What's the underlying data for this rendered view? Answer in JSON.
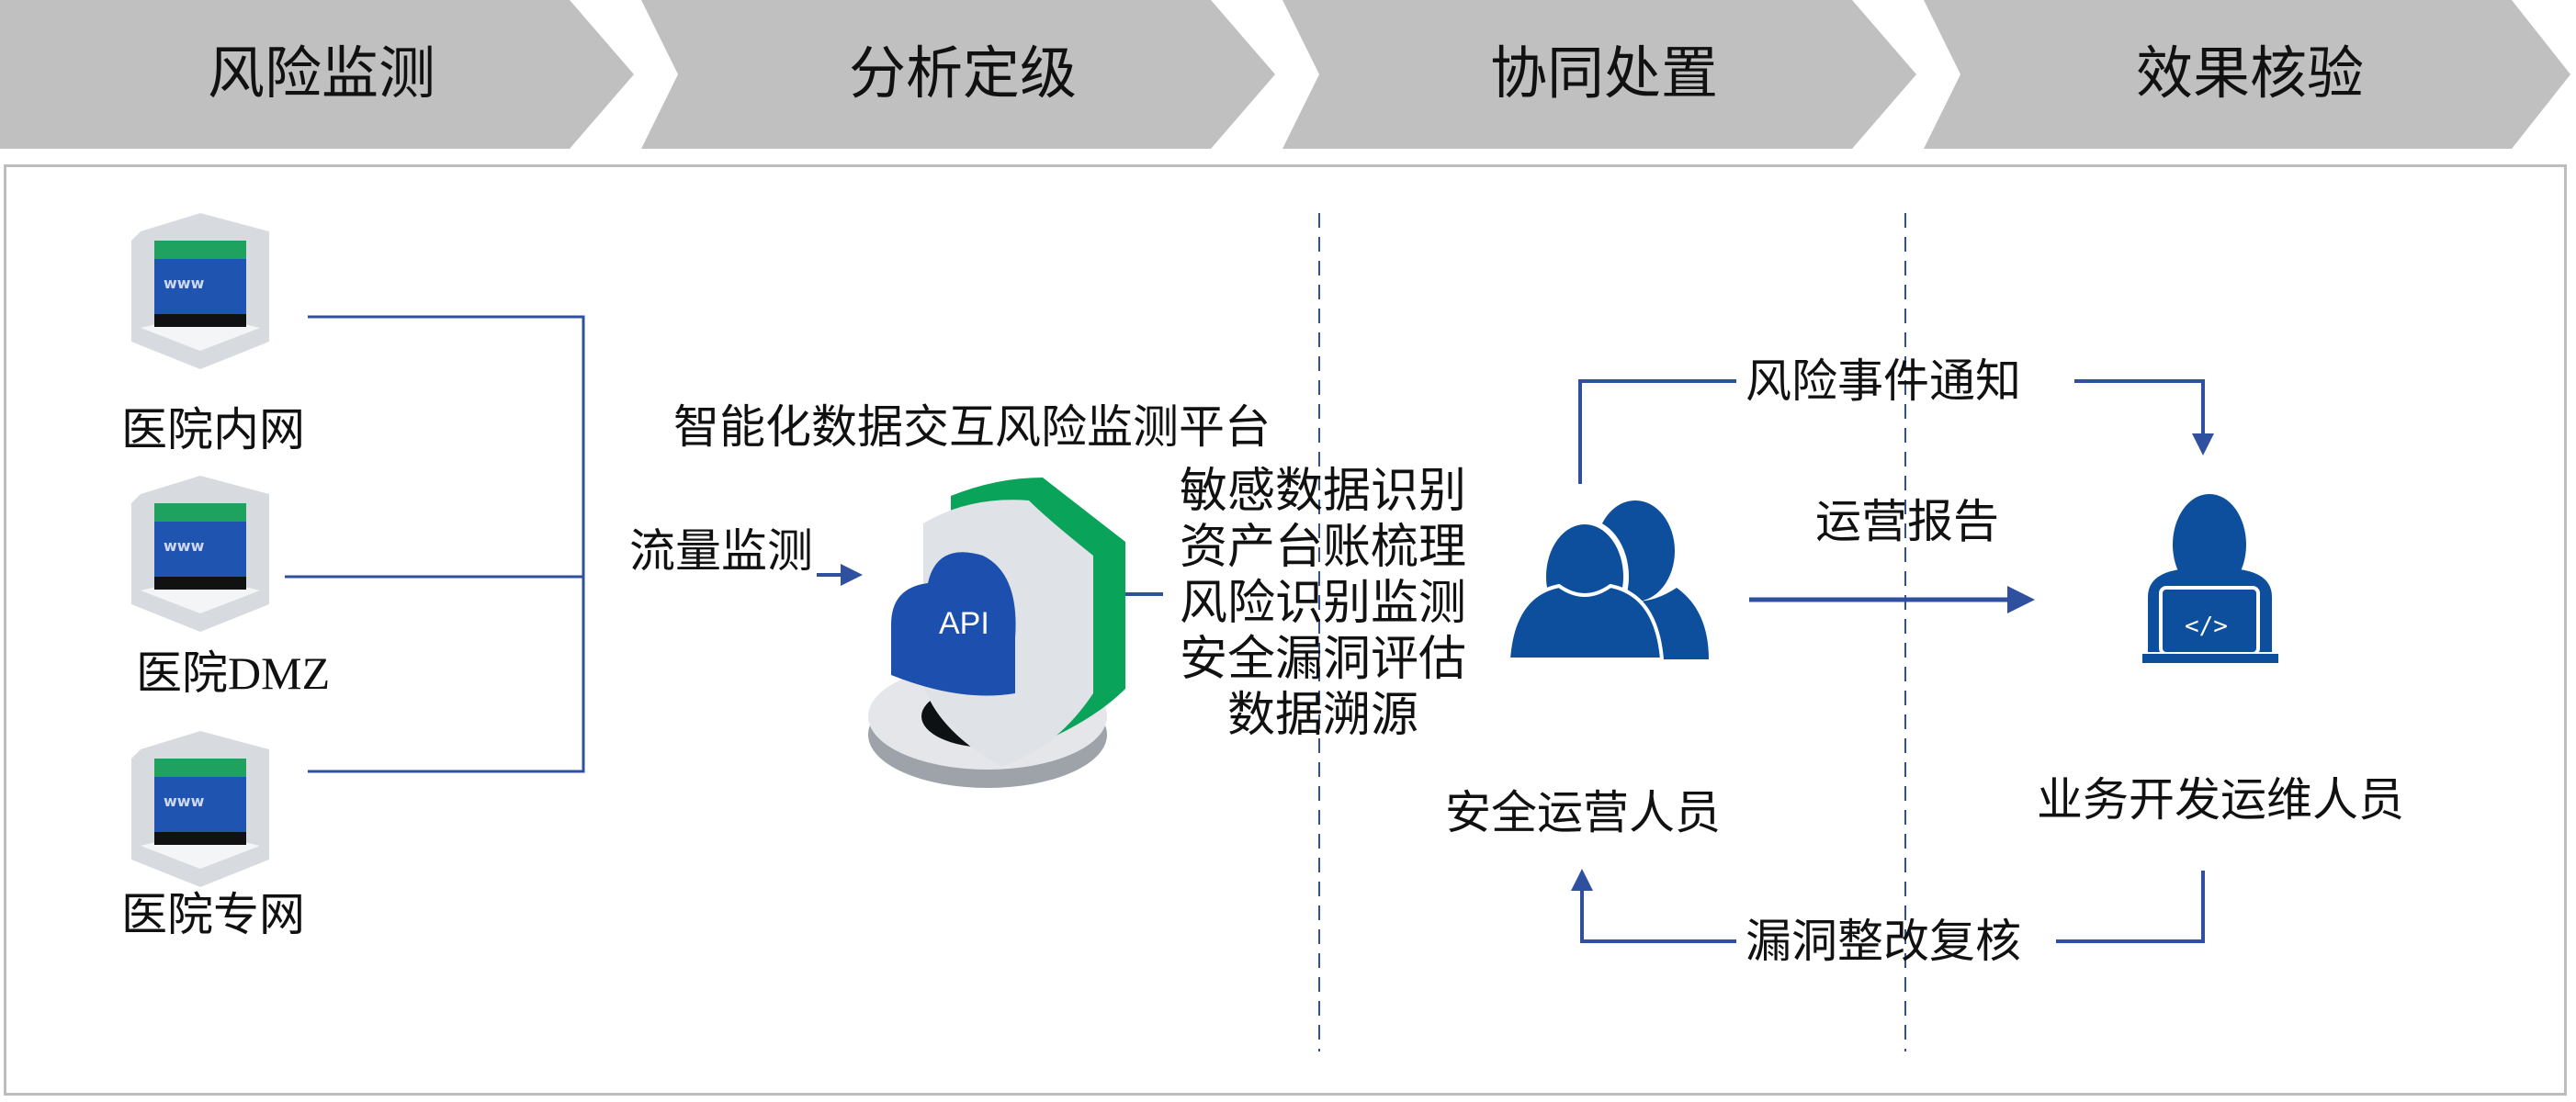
{
  "stages": [
    {
      "label": "风险监测"
    },
    {
      "label": "分析定级"
    },
    {
      "label": "协同处置"
    },
    {
      "label": "效果核验"
    }
  ],
  "sources": [
    {
      "label": "医院内网",
      "icon": "server-icon"
    },
    {
      "label": "医院DMZ",
      "icon": "server-icon"
    },
    {
      "label": "医院专网",
      "icon": "server-icon"
    }
  ],
  "flow_label": "流量监测",
  "platform": {
    "title": "智能化数据交互风险监测平台",
    "icon_text": "API"
  },
  "features": [
    "敏感数据识别",
    "资产台账梳理",
    "风险识别监测",
    "安全漏洞评估",
    "数据溯源"
  ],
  "roles": {
    "security_ops": "安全运营人员",
    "dev_ops": "业务开发运维人员"
  },
  "edges": {
    "notify": "风险事件通知",
    "report": "运营报告",
    "recheck": "漏洞整改复核"
  },
  "colors": {
    "stage_fill": "#c0c0c0",
    "line": "#2f4f9f",
    "icon_blue": "#0d4f9c",
    "green": "#0aa35a"
  }
}
